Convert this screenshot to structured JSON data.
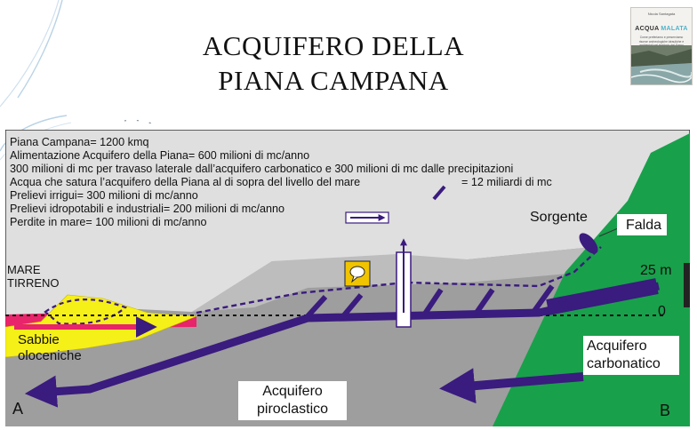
{
  "slide": {
    "title_line1": "ACQUIFERO DELLA",
    "title_line2": "PIANA CAMPANA"
  },
  "book_cover": {
    "author": "Nicola Santagata",
    "title_part1": "ACQUA ",
    "title_part2": "MALATA",
    "subtitle": "Come preferiamo e preserviamo risorse archeologiche idrauliche e ambientali nel territorio del Sarno",
    "title_accent_color": "#4fb3c8"
  },
  "diagram": {
    "info_lines": [
      "Piana Campana= 1200 kmq",
      "Alimentazione Acquifero della Piana= 600 milioni di mc/anno",
      "300 milioni di mc per travaso laterale dall’acquifero carbonatico e 300 milioni di mc dalle precipitazioni",
      "Acqua che satura l’acquifero della Piana al di sopra del livello del mare",
      "= 12 miliardi di mc",
      "Prelievi irrigui= 300 milioni di mc/anno",
      "Prelievi idropotabili e industriali= 200 milioni di mc/anno",
      "Perdite in mare= 100 milioni di mc/anno"
    ],
    "labels": {
      "mare_line1": "MARE",
      "mare_line2": "TIRRENO",
      "sabbie_line1": "Sabbie",
      "sabbie_line2": "oloceniche",
      "piroclastico_line1": "Acquifero",
      "piroclastico_line2": "piroclastico",
      "carbonatico_line1": "Acquifero",
      "carbonatico_line2": "carbonatico",
      "sorgente": "Sorgente",
      "falda": "Falda",
      "scale": "25 m",
      "zero": "0",
      "point_a": "A",
      "point_b": "B"
    },
    "colors": {
      "sky": "#dfdfdf",
      "piroclastic": "#9e9e9e",
      "piroclastic_light": "#c2c2c2",
      "carbonatic": "#19a04b",
      "sand": "#f6f019",
      "sea": "#e8246a",
      "flow": "#3a1b7e",
      "bubble": "#f0c400"
    }
  }
}
